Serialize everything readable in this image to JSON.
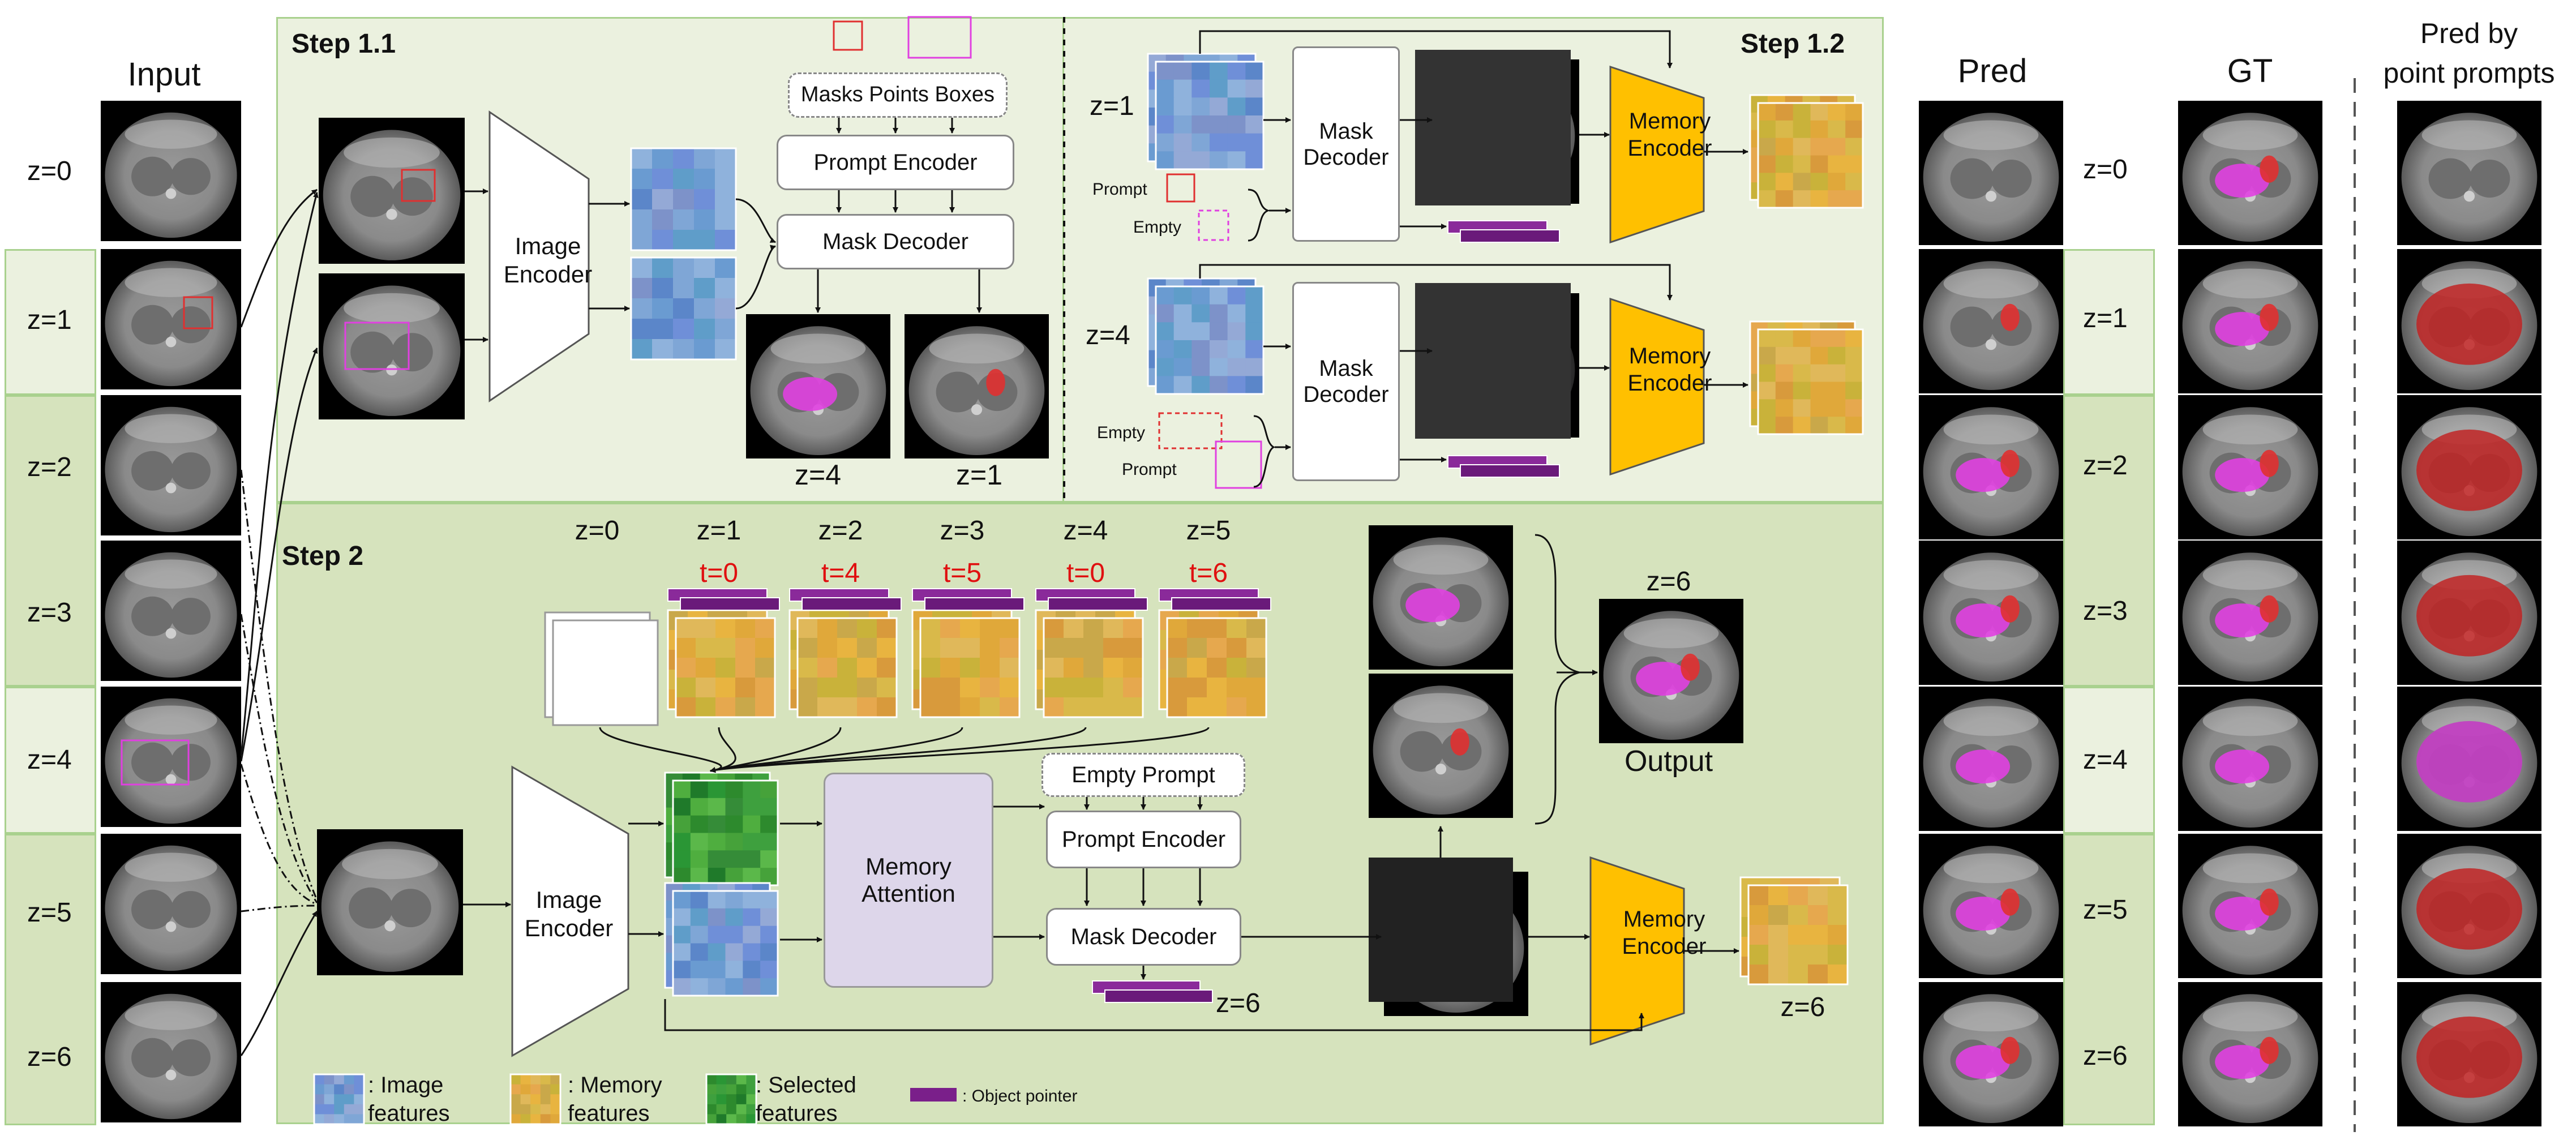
{
  "input": {
    "title": "Input",
    "slices": [
      "z=0",
      "z=1",
      "z=2",
      "z=3",
      "z=4",
      "z=5",
      "z=6"
    ]
  },
  "step11": {
    "title": "Step 1.1",
    "prompt_types": "Masks Points Boxes",
    "image_encoder": "Image Encoder",
    "prompt_encoder": "Prompt Encoder",
    "mask_decoder": "Mask Decoder",
    "out_z4": "z=4",
    "out_z1": "z=1"
  },
  "step12": {
    "title": "Step 1.2",
    "z1": "z=1",
    "z4": "z=4",
    "mask_decoder": "Mask Decoder",
    "memory_encoder": "Memory Encoder",
    "prompt": "Prompt",
    "empty": "Empty"
  },
  "step2": {
    "title": "Step 2",
    "z_labels": [
      "z=0",
      "z=1",
      "z=2",
      "z=3",
      "z=4",
      "z=5"
    ],
    "t_labels": [
      "t=0",
      "t=4",
      "t=5",
      "t=0",
      "t=6"
    ],
    "image_encoder": "Image Encoder",
    "memory_attention": "Memory Attention",
    "empty_prompt": "Empty Prompt",
    "prompt_encoder": "Prompt Encoder",
    "mask_decoder": "Mask Decoder",
    "memory_encoder": "Memory Encoder",
    "pointer_z": "z=6",
    "memory_z": "z=6",
    "output_z": "z=6",
    "output": "Output"
  },
  "legend": {
    "image_features": ": Image features",
    "memory_features": ": Memory features",
    "selected_features": ": Selected features",
    "object_pointer": ": Object pointer"
  },
  "pred": {
    "title": "Pred",
    "slices": [
      "z=0",
      "z=1",
      "z=2",
      "z=3",
      "z=4",
      "z=5",
      "z=6"
    ]
  },
  "gt": {
    "title": "GT"
  },
  "point_pred": {
    "title_line1": "Pred by",
    "title_line2": "point prompts"
  },
  "colors": {
    "panel_light": "#ebf1df",
    "panel_dark": "#d6e3bd",
    "panel_border": "#a9d18e",
    "memory_encoder": "#ffc000",
    "memory_attention": "#ddd6ea",
    "prompt_red": "#e03030",
    "prompt_magenta": "#e040e0",
    "object_pointer": "#7a1f8a",
    "t_label": "#e01010"
  },
  "icons": [
    "ct-slice",
    "image-feature-grid",
    "memory-feature-grid",
    "selected-feature-grid",
    "object-pointer-bar",
    "trapezoid-encoder"
  ]
}
